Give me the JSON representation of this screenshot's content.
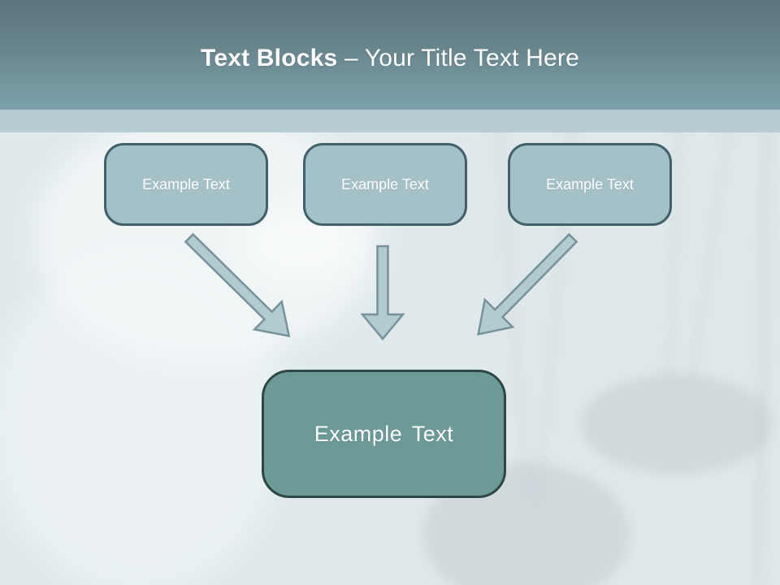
{
  "title": {
    "bold": "Text Blocks",
    "regular": "– Your Title Text Here"
  },
  "blocks": [
    {
      "label": "Example Text"
    },
    {
      "label": "Example Text"
    },
    {
      "label": "Example Text"
    }
  ],
  "result": {
    "label": "Example Text"
  },
  "icons": [
    {
      "name": "arrow-down-right-icon"
    },
    {
      "name": "arrow-down-icon"
    },
    {
      "name": "arrow-down-left-icon"
    }
  ],
  "colors": {
    "header_top": "#5a747b",
    "header_bottom": "#7ba2ab",
    "band": "#b6ced2",
    "background": "#dfe9eb",
    "title_text": "#ffffff",
    "block_fill": "#a5c1c8",
    "block_border": "#41606a",
    "block_text": "#ffffff",
    "result_fill": "#6c9a97",
    "result_border": "#2e4745",
    "result_text": "#ffffff",
    "arrow_fill": "#b2cbd0",
    "arrow_stroke": "#78929a"
  }
}
